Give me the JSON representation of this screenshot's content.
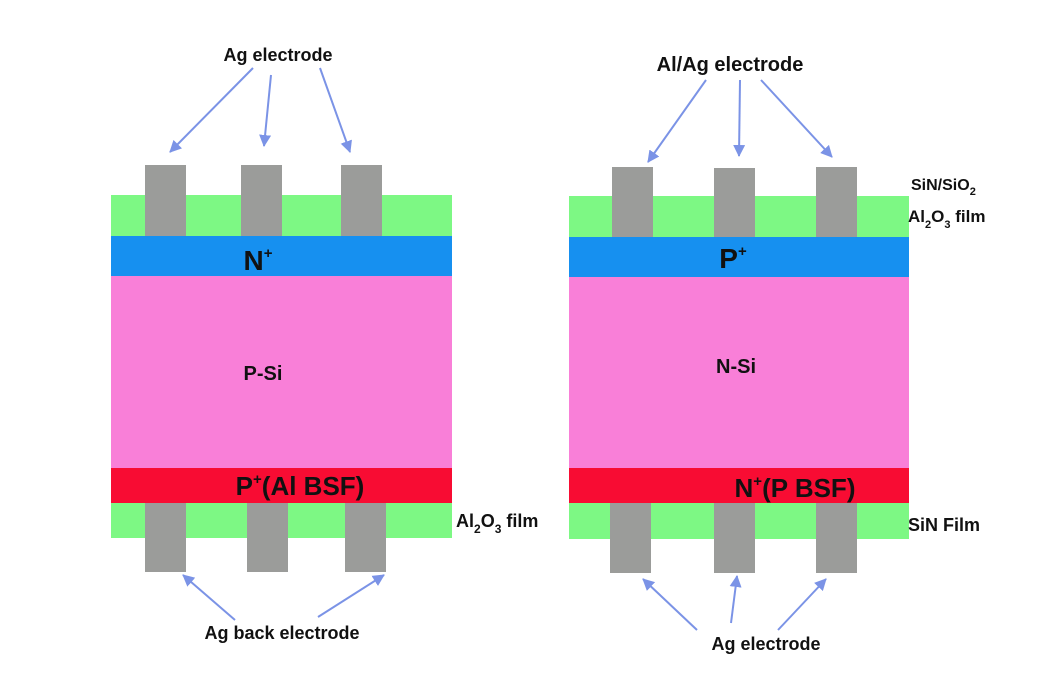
{
  "colors": {
    "passivation": "#7df884",
    "n_plus": "#1690f0",
    "p_plus": "#1690f0",
    "bulk": "#f97fd8",
    "bsf": "#f80c33",
    "electrode": "#9b9c9a",
    "arrow": "#7b93e6"
  },
  "left_cell": {
    "top_electrode_label": "Ag electrode",
    "emitter_label": "N",
    "emitter_sup": "+",
    "bulk_label": "P-Si",
    "bsf_prefix": "P",
    "bsf_sup": "+",
    "bsf_suffix": "(Al BSF)",
    "rear_film_prefix": "Al",
    "rear_film_sub1": "2",
    "rear_film_mid": "O",
    "rear_film_sub2": "3",
    "rear_film_suffix": " film",
    "back_electrode_label": "Ag back electrode"
  },
  "right_cell": {
    "top_electrode_label": "Al/Ag electrode",
    "front_film1_prefix": "SiN/SiO",
    "front_film1_sub": "2",
    "front_film2_prefix": "Al",
    "front_film2_sub1": "2",
    "front_film2_mid": "O",
    "front_film2_sub2": "3",
    "front_film2_suffix": " film",
    "emitter_label": "P",
    "emitter_sup": "+",
    "bulk_label": "N-Si",
    "bsf_prefix": "N",
    "bsf_sup": "+",
    "bsf_suffix": "(P BSF)",
    "rear_film_label": "SiN Film",
    "bottom_electrode_label": "Ag electrode"
  }
}
